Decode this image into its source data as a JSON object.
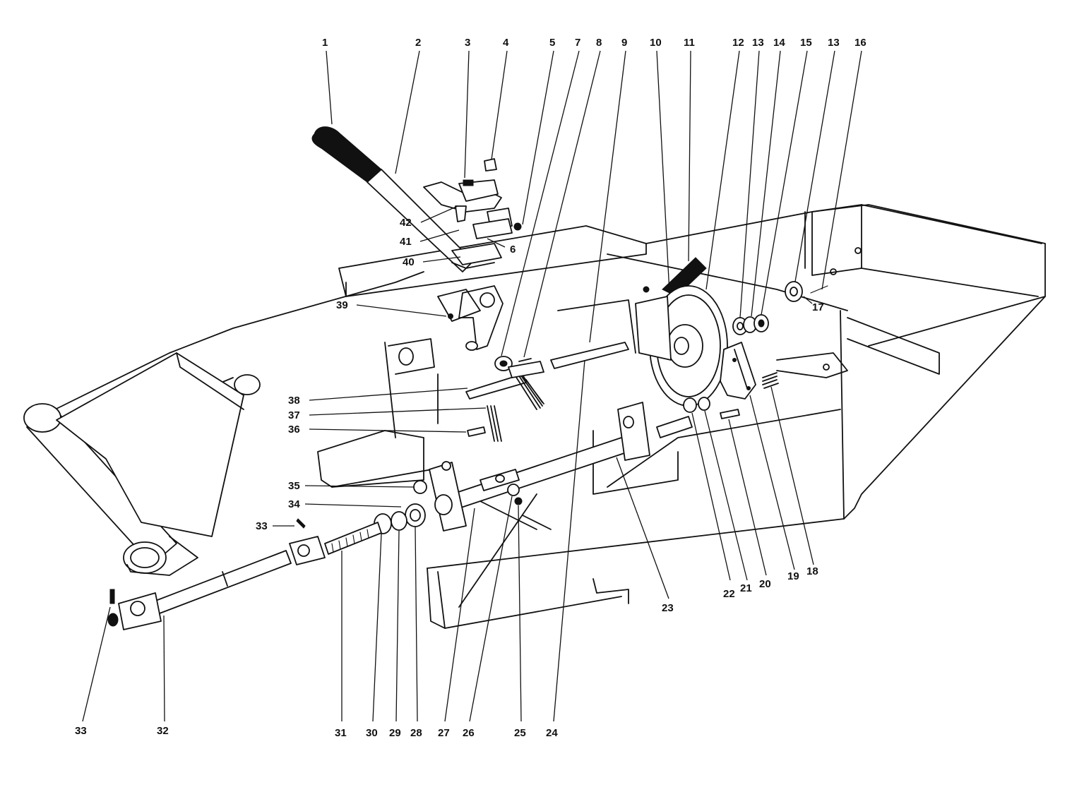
{
  "callouts": [
    {
      "id": "c1",
      "label": "1"
    },
    {
      "id": "c2",
      "label": "2"
    },
    {
      "id": "c3",
      "label": "3"
    },
    {
      "id": "c4",
      "label": "4"
    },
    {
      "id": "c5",
      "label": "5"
    },
    {
      "id": "c6",
      "label": "6"
    },
    {
      "id": "c7",
      "label": "7"
    },
    {
      "id": "c8",
      "label": "8"
    },
    {
      "id": "c9",
      "label": "9"
    },
    {
      "id": "c10",
      "label": "10"
    },
    {
      "id": "c11",
      "label": "11"
    },
    {
      "id": "c12",
      "label": "12"
    },
    {
      "id": "c13a",
      "label": "13"
    },
    {
      "id": "c14",
      "label": "14"
    },
    {
      "id": "c15",
      "label": "15"
    },
    {
      "id": "c13b",
      "label": "13"
    },
    {
      "id": "c16",
      "label": "16"
    },
    {
      "id": "c17",
      "label": "17"
    },
    {
      "id": "c18",
      "label": "18"
    },
    {
      "id": "c19",
      "label": "19"
    },
    {
      "id": "c20",
      "label": "20"
    },
    {
      "id": "c21",
      "label": "21"
    },
    {
      "id": "c22",
      "label": "22"
    },
    {
      "id": "c23",
      "label": "23"
    },
    {
      "id": "c24",
      "label": "24"
    },
    {
      "id": "c25",
      "label": "25"
    },
    {
      "id": "c26",
      "label": "26"
    },
    {
      "id": "c27",
      "label": "27"
    },
    {
      "id": "c28",
      "label": "28"
    },
    {
      "id": "c29",
      "label": "29"
    },
    {
      "id": "c30",
      "label": "30"
    },
    {
      "id": "c31",
      "label": "31"
    },
    {
      "id": "c32",
      "label": "32"
    },
    {
      "id": "c33a",
      "label": "33"
    },
    {
      "id": "c33b",
      "label": "33"
    },
    {
      "id": "c34",
      "label": "34"
    },
    {
      "id": "c35",
      "label": "35"
    },
    {
      "id": "c36",
      "label": "36"
    },
    {
      "id": "c37",
      "label": "37"
    },
    {
      "id": "c38",
      "label": "38"
    },
    {
      "id": "c39",
      "label": "39"
    },
    {
      "id": "c40",
      "label": "40"
    },
    {
      "id": "c41",
      "label": "41"
    },
    {
      "id": "c42",
      "label": "42"
    }
  ]
}
